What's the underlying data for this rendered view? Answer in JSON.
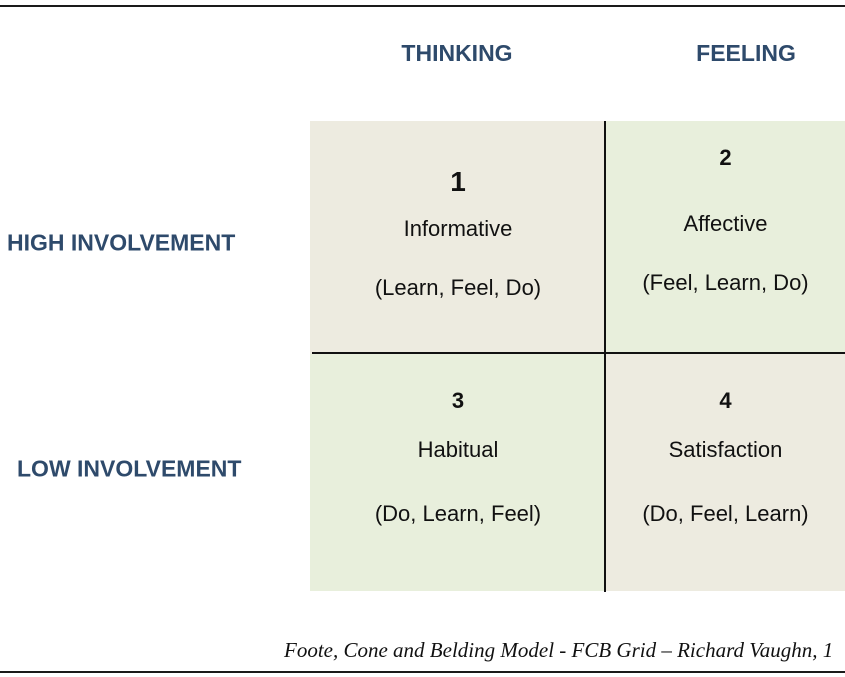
{
  "columns": {
    "thinking": "THINKING",
    "feeling": "FEELING"
  },
  "rows": {
    "high": "HIGH INVOLVEMENT",
    "low": "LOW INVOLVEMENT"
  },
  "quadrants": [
    {
      "number": "1",
      "name": "Informative",
      "sequence": "(Learn, Feel, Do)"
    },
    {
      "number": "2",
      "name": "Affective",
      "sequence": "(Feel, Learn, Do)"
    },
    {
      "number": "3",
      "name": "Habitual",
      "sequence": "(Do, Learn, Feel)"
    },
    {
      "number": "4",
      "name": "Satisfaction",
      "sequence": "(Do, Feel, Learn)"
    }
  ],
  "caption": "Foote, Cone and Belding Model - FCB Grid – Richard Vaughn, 1",
  "colors": {
    "header_text": "#2e4a6b",
    "tan_cell": "#edebe0",
    "green_cell": "#e8efdc"
  }
}
